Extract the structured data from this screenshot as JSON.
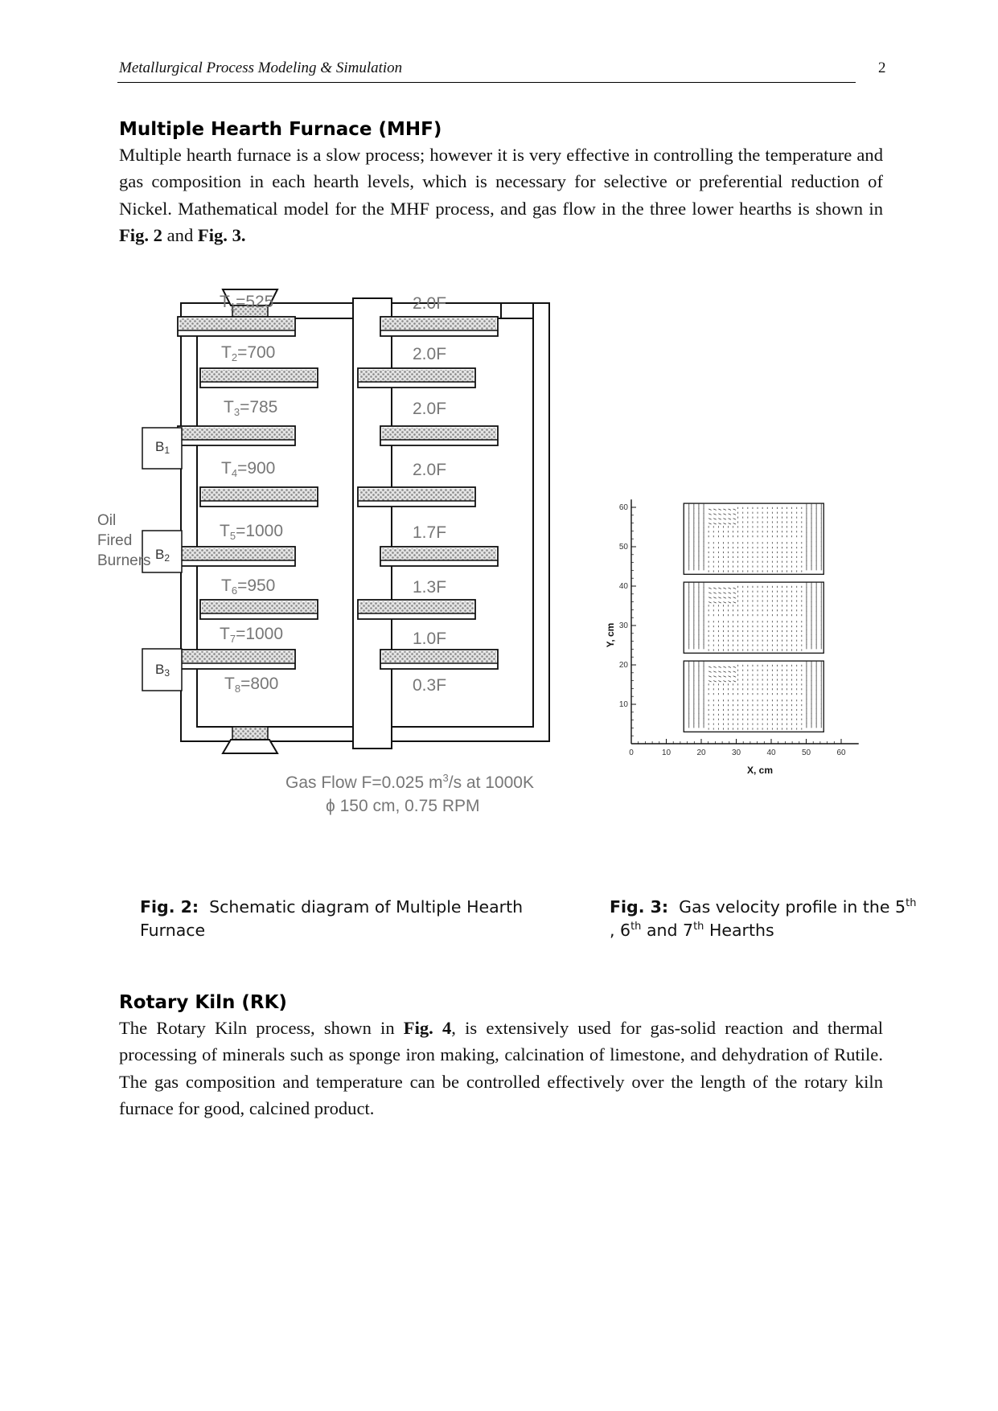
{
  "header": {
    "running_title": "Metallurgical Process Modeling & Simulation",
    "page_number": "2"
  },
  "section1": {
    "heading": "Multiple Hearth Furnace (MHF)",
    "para_part1": "Multiple hearth furnace is a slow process; however it is very effective in controlling the temperature and gas composition in each hearth levels, which is necessary for selective or preferential reduction of Nickel. Mathematical model for the MHF process, and gas flow in the three lower hearths is shown in ",
    "para_ref1": "Fig. 2",
    "para_and": " and ",
    "para_ref2": "Fig. 3."
  },
  "figure2": {
    "hearths": [
      {
        "temp_sub": "1",
        "temp_val": "=525",
        "flow": "2.0F"
      },
      {
        "temp_sub": "2",
        "temp_val": "=700",
        "flow": "2.0F"
      },
      {
        "temp_sub": "3",
        "temp_val": "=785",
        "flow": "2.0F"
      },
      {
        "temp_sub": "4",
        "temp_val": "=900",
        "flow": "2.0F"
      },
      {
        "temp_sub": "5",
        "temp_val": "=1000",
        "flow": "1.7F"
      },
      {
        "temp_sub": "6",
        "temp_val": "=950",
        "flow": "1.3F"
      },
      {
        "temp_sub": "7",
        "temp_val": "=1000",
        "flow": "1.0F"
      },
      {
        "temp_sub": "8",
        "temp_val": "=800",
        "flow": "0.3F"
      }
    ],
    "temp_prefix": "T",
    "burners": [
      {
        "letter": "B",
        "sub": "1"
      },
      {
        "letter": "B",
        "sub": "2"
      },
      {
        "letter": "B",
        "sub": "3"
      }
    ],
    "burner_label_lines": [
      "Oil",
      "Fired",
      "Burners"
    ],
    "gas_flow_line1_a": "Gas Flow F=0.025 m",
    "gas_flow_line1_sup": "3",
    "gas_flow_line1_b": "/s at 1000K",
    "gas_flow_line2": "ϕ 150 cm,  0.75 RPM"
  },
  "figure3": {
    "y_axis_label": "Y, cm",
    "x_axis_label": "X, cm",
    "x_ticks": [
      "0",
      "10",
      "20",
      "30",
      "40",
      "50",
      "60"
    ],
    "y_ticks": [
      "10",
      "20",
      "30",
      "40",
      "50",
      "60"
    ]
  },
  "caption2": {
    "label": "Fig. 2:",
    "text": "Schematic diagram of Multiple Hearth Furnace"
  },
  "caption3": {
    "label": "Fig. 3:",
    "t1": "Gas velocity profile in the 5",
    "s1": "th",
    "t2": ", 6",
    "s2": "th",
    "t3": " and 7",
    "s3": "th",
    "t4": " Hearths"
  },
  "section2": {
    "heading": "Rotary Kiln (RK)",
    "para_part1": "The Rotary Kiln process, shown in ",
    "para_ref": "Fig. 4",
    "para_part2": ", is extensively used for gas-solid reaction and thermal processing of minerals such as sponge iron making, calcination of limestone, and dehydration of Rutile. The gas composition and temperature can be controlled effectively over the length of the rotary kiln furnace for good, calcined product."
  }
}
